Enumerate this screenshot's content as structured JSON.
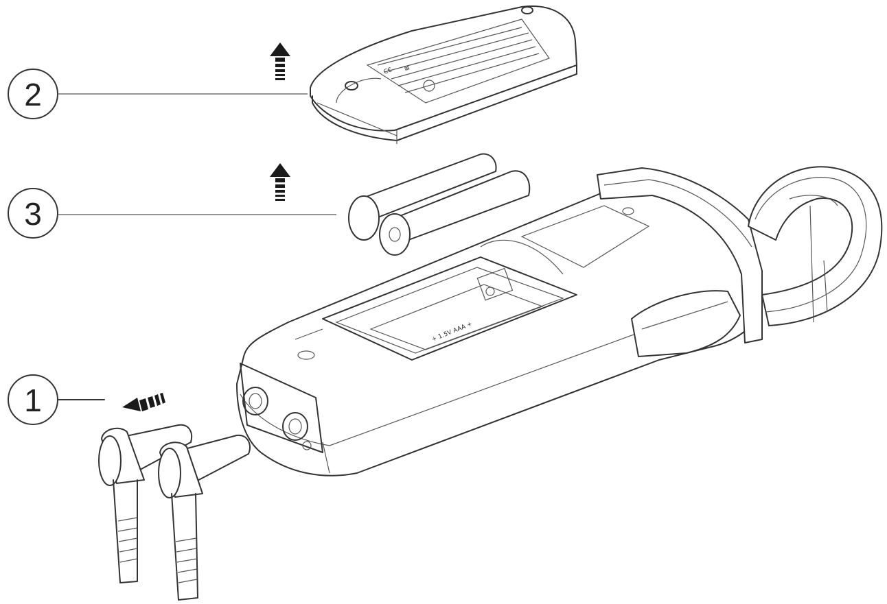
{
  "callouts": [
    {
      "number": "2",
      "part": "battery-cover"
    },
    {
      "number": "3",
      "part": "batteries"
    },
    {
      "number": "1",
      "part": "test-leads"
    }
  ],
  "colors": {
    "line": "#333333",
    "background": "#ffffff",
    "arrow": "#1a1a1a"
  },
  "icons": [
    "up-arrow",
    "left-arrow",
    "ce-mark",
    "weee-bin-mark"
  ]
}
